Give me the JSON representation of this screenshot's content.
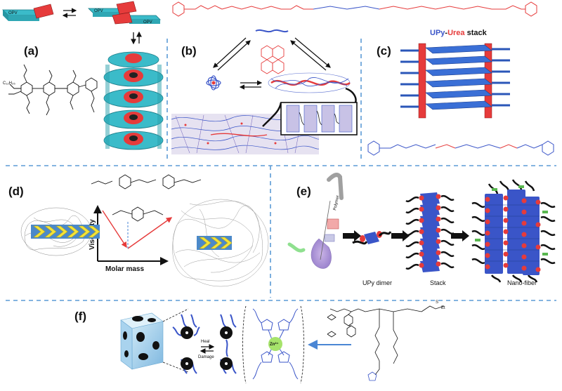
{
  "panels": {
    "a": {
      "label": "(a)",
      "opv_left": "OPV",
      "opv_top": "OPV",
      "opv_bottom": "OPV"
    },
    "b": {
      "label": "(b)"
    },
    "c": {
      "label": "(c)",
      "title_upy": "UPy",
      "title_sep": "-",
      "title_urea": "Urea",
      "title_rest": " stack"
    },
    "d": {
      "label": "(d)",
      "ylabel": "Viscosity",
      "xlabel": "Molar mass"
    },
    "e": {
      "label": "(e)",
      "polymer_tag": "Polymer",
      "stage1": "UPy dimer",
      "stage2": "Stack",
      "stage3": "Nano-fiber"
    },
    "f": {
      "label": "(f)",
      "heal": "Heal",
      "damage": "Damage",
      "ion": "Zn²⁺",
      "group": "S",
      "group2": "Et"
    }
  },
  "colors": {
    "divider": "#5b9bd5",
    "opv": "#3bbbc9",
    "upy": "#e63b3b",
    "urea_blue": "#3a55c8",
    "chevron": "#f2e23a",
    "chevron_bg": "#4b89c9",
    "arrow_f": "#4a86d4",
    "zn": "#a6e36b"
  }
}
